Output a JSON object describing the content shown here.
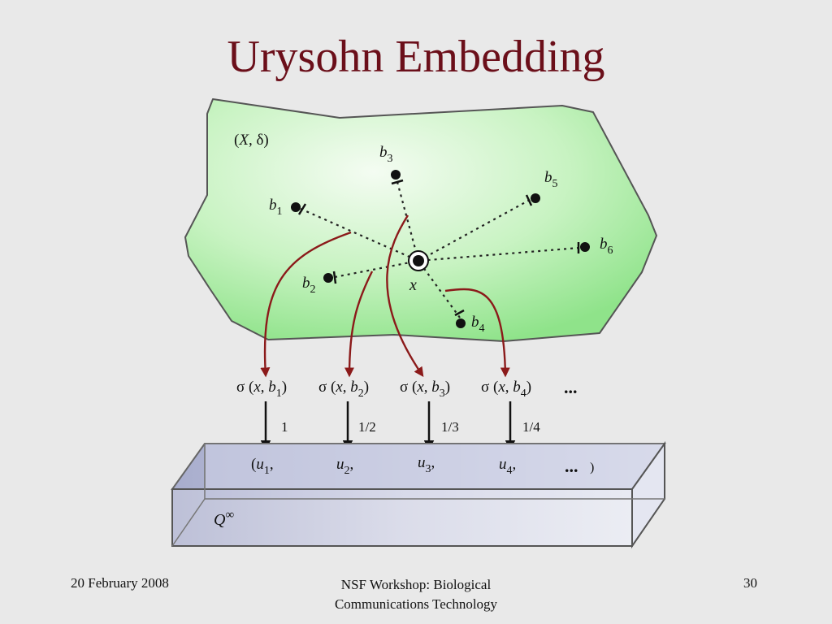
{
  "slide": {
    "title": "Urysohn Embedding"
  },
  "diagram": {
    "space_label": "(X, δ)",
    "space_label_parts": {
      "open": "(",
      "X": "X",
      "rest": ", δ)"
    },
    "center_point": "x",
    "points": [
      {
        "base": "b",
        "sub": "1"
      },
      {
        "base": "b",
        "sub": "2"
      },
      {
        "base": "b",
        "sub": "3"
      },
      {
        "base": "b",
        "sub": "4"
      },
      {
        "base": "b",
        "sub": "5"
      },
      {
        "base": "b",
        "sub": "6"
      }
    ],
    "sigma_labels": [
      {
        "sigma": "σ (",
        "x": "x",
        "comma": ", ",
        "b": "b",
        "sub": "1",
        "close": ")"
      },
      {
        "sigma": "σ (",
        "x": "x",
        "comma": ", ",
        "b": "b",
        "sub": "2",
        "close": ")"
      },
      {
        "sigma": "σ (",
        "x": "x",
        "comma": ", ",
        "b": "b",
        "sub": "3",
        "close": ")"
      },
      {
        "sigma": "σ (",
        "x": "x",
        "comma": ", ",
        "b": "b",
        "sub": "4",
        "close": ")"
      }
    ],
    "sigma_ellipsis": "...",
    "scale_factors": [
      "1",
      "1/2",
      "1/3",
      "1/4"
    ],
    "coords": [
      {
        "prefix": "(",
        "base": "u",
        "sub": "1",
        "suffix": ","
      },
      {
        "prefix": "",
        "base": "u",
        "sub": "2",
        "suffix": ","
      },
      {
        "prefix": "",
        "base": "u",
        "sub": "3",
        "suffix": ","
      },
      {
        "prefix": "",
        "base": "u",
        "sub": "4",
        "suffix": ","
      }
    ],
    "coords_ellipsis": "...",
    "coords_close": ")",
    "cube_label": {
      "base": "Q",
      "sup": "∞"
    },
    "colors": {
      "title": "#6b0f1a",
      "space_fill_inner": "#f2fbf0",
      "space_fill_outer": "#8fe38a",
      "red_arrow": "#8b1a1a",
      "cube_front": "#b9bdd8"
    }
  },
  "footer": {
    "date": "20 February 2008",
    "center_line1": "NSF Workshop: Biological",
    "center_line2": "Communications Technology",
    "page": "30"
  }
}
